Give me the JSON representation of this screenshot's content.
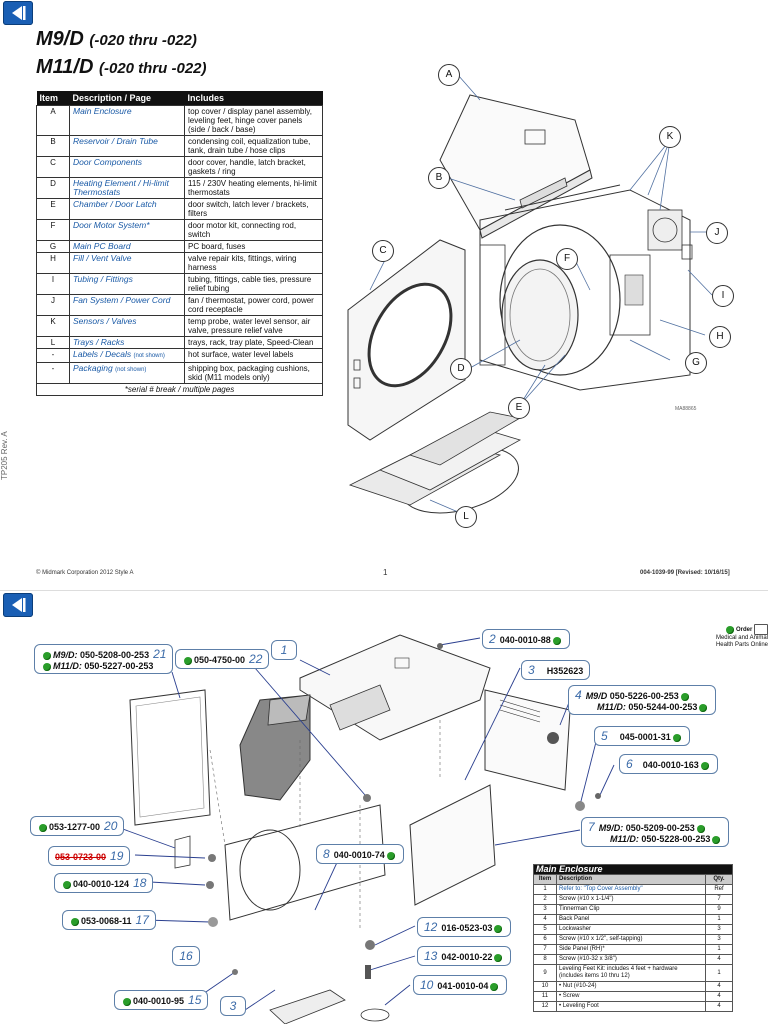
{
  "page1": {
    "title1": "M9/D",
    "title1_sub": "(-020 thru -022)",
    "title2": "M11/D",
    "title2_sub": "(-020 thru -022)",
    "table_headers": [
      "Item",
      "Description / Page",
      "Includes"
    ],
    "rows": [
      {
        "item": "A",
        "desc": "Main Enclosure",
        "inc": "top cover / display panel assembly, leveling feet, hinge cover panels (side / back / base)"
      },
      {
        "item": "B",
        "desc": "Reservoir / Drain Tube",
        "inc": "condensing coil, equalization tube, tank, drain tube / hose clips"
      },
      {
        "item": "C",
        "desc": "Door Components",
        "inc": "door cover, handle, latch bracket, gaskets / ring"
      },
      {
        "item": "D",
        "desc": "Heating Element / Hi-limit Thermostats",
        "inc": "115 / 230V heating elements, hi-limit thermostats"
      },
      {
        "item": "E",
        "desc": "Chamber / Door Latch",
        "inc": "door switch, latch lever / brackets, filters"
      },
      {
        "item": "F",
        "desc": "Door Motor System*",
        "inc": "door motor kit, connecting rod, switch"
      },
      {
        "item": "G",
        "desc": "Main PC Board",
        "inc": "PC board, fuses"
      },
      {
        "item": "H",
        "desc": "Fill / Vent Valve",
        "inc": "valve repair kits, fittings, wiring harness"
      },
      {
        "item": "I",
        "desc": "Tubing / Fittings",
        "inc": "tubing, fittings, cable ties, pressure relief tubing"
      },
      {
        "item": "J",
        "desc": "Fan System / Power Cord",
        "inc": "fan / thermostat, power cord, power cord receptacle"
      },
      {
        "item": "K",
        "desc": "Sensors / Valves",
        "inc": "temp probe, water level sensor, air valve, pressure relief valve"
      },
      {
        "item": "L",
        "desc": "Trays / Racks",
        "inc": "trays, rack, tray plate, Speed-Clean"
      },
      {
        "item": "-",
        "desc": "Labels / Decals",
        "desc_note": "(not shown)",
        "inc": "hot surface, water level labels"
      },
      {
        "item": "-",
        "desc": "Packaging",
        "desc_note": "(not shown)",
        "inc": "shipping box, packaging cushions, skid (M11 models only)"
      }
    ],
    "table_note": "*serial # break / multiple pages",
    "diagram_labels": [
      "A",
      "B",
      "C",
      "D",
      "E",
      "F",
      "G",
      "H",
      "I",
      "J",
      "K",
      "L"
    ],
    "diagram_code": "MA88865",
    "vertical_text": "TP205 Rev. A",
    "footer_left": "© Midmark Corporation 2012   Style A",
    "footer_page": "1",
    "footer_right": "004-1039-99 [Revised: 10/16/15]"
  },
  "page2": {
    "order_label": "Order",
    "order_sub": "Medical and Animal Health Parts Online",
    "callouts": {
      "c21_m9": "M9/D:",
      "c21_m9_part": "050-5208-00-253",
      "c21_m11": "M11/D:",
      "c21_m11_part": "050-5227-00-253",
      "c21_num": "21",
      "c22_part": "050-4750-00",
      "c22_num": "22",
      "c1_num": "1",
      "c2_num": "2",
      "c2_part": "040-0010-88",
      "c3_num": "3",
      "c3_part": "H352623",
      "c4_num": "4",
      "c4_m9": "M9/D",
      "c4_m9_part": "050-5226-00-253",
      "c4_m11": "M11/D:",
      "c4_m11_part": "050-5244-00-253",
      "c5_num": "5",
      "c5_part": "045-0001-31",
      "c6_num": "6",
      "c6_part": "040-0010-163",
      "c7_num": "7",
      "c7_m9": "M9/D:",
      "c7_m9_part": "050-5209-00-253",
      "c7_m11": "M11/D:",
      "c7_m11_part": "050-5228-00-253",
      "c20_part": "053-1277-00",
      "c20_num": "20",
      "c19_part": "053-0723-00",
      "c19_num": "19",
      "c18_part": "040-0010-124",
      "c18_num": "18",
      "c17_part": "053-0068-11",
      "c17_num": "17",
      "c16_num": "16",
      "c15_part": "040-0010-95",
      "c15_num": "15",
      "c8_num": "8",
      "c8_part": "040-0010-74",
      "c12_num": "12",
      "c12_part": "016-0523-03",
      "c13_num": "13",
      "c13_part": "042-0010-22",
      "c10_num": "10",
      "c10_part": "041-0010-04",
      "c3b_num": "3"
    },
    "me_table": {
      "title": "Main Enclosure",
      "headers": [
        "Item",
        "Description",
        "Qty."
      ],
      "rows": [
        {
          "i": "1",
          "d": "Refer to: \"Top Cover Assembly\"",
          "q": "Ref"
        },
        {
          "i": "2",
          "d": "Screw (#10 x 1-1/4\")",
          "q": "7"
        },
        {
          "i": "3",
          "d": "Tinnerman Clip",
          "q": "9"
        },
        {
          "i": "4",
          "d": "Back Panel",
          "q": "1"
        },
        {
          "i": "5",
          "d": "Lockwasher",
          "q": "3"
        },
        {
          "i": "6",
          "d": "Screw (#10 x 1/2\", self-tapping)",
          "q": "3"
        },
        {
          "i": "7",
          "d": "Side Panel (RH)*",
          "q": "1"
        },
        {
          "i": "8",
          "d": "Screw (#10-32 x 3/8\")",
          "q": "4"
        },
        {
          "i": "9",
          "d": "Leveling Feet Kit: includes 4 feet + hardware (includes items 10 thru 12)",
          "q": "1"
        },
        {
          "i": "10",
          "d": "• Nut (#10-24)",
          "q": "4"
        },
        {
          "i": "11",
          "d": "• Screw",
          "q": "4"
        },
        {
          "i": "12",
          "d": "• Leveling Foot",
          "q": "4"
        }
      ]
    }
  }
}
